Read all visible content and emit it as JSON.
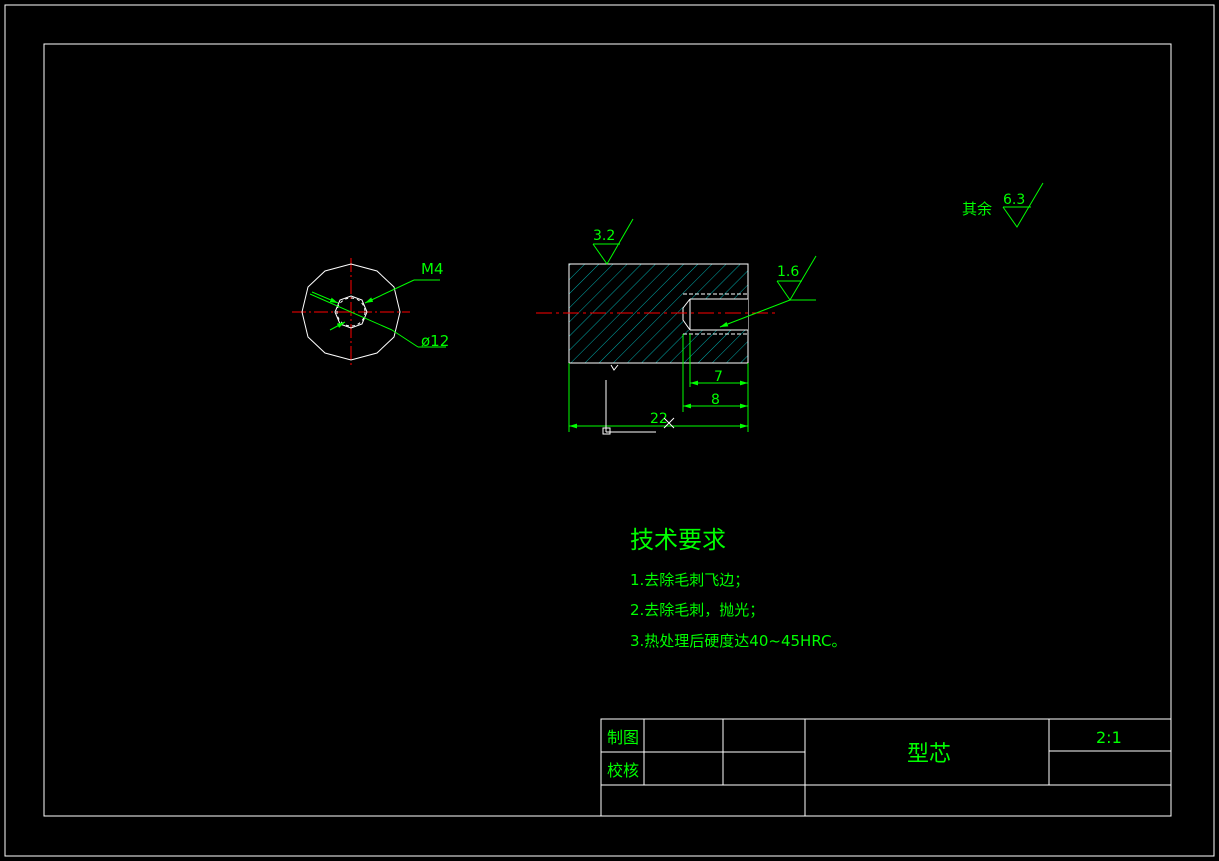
{
  "surface_finish": {
    "other": {
      "label": "其余",
      "value": "6.3"
    },
    "top_face": "3.2",
    "bore_face": "1.6"
  },
  "dimensions": {
    "thread": "M4",
    "diameter": "ø12",
    "depth_7": "7",
    "depth_8": "8",
    "length_22": "22"
  },
  "tech_requirements": {
    "title": "技术要求",
    "items": [
      "1.去除毛刺飞边；",
      "2.去除毛刺，抛光；",
      "3.热处理后硬度达40~45HRC。"
    ]
  },
  "title_block": {
    "drawn_by_label": "制图",
    "checked_by_label": "校核",
    "part_name": "型芯",
    "scale": "2:1"
  },
  "colors": {
    "background": "#000000",
    "outline": "#ffffff",
    "dimension": "#00ff00",
    "centerline": "#ff0000",
    "hatch": "#00aaaa"
  }
}
